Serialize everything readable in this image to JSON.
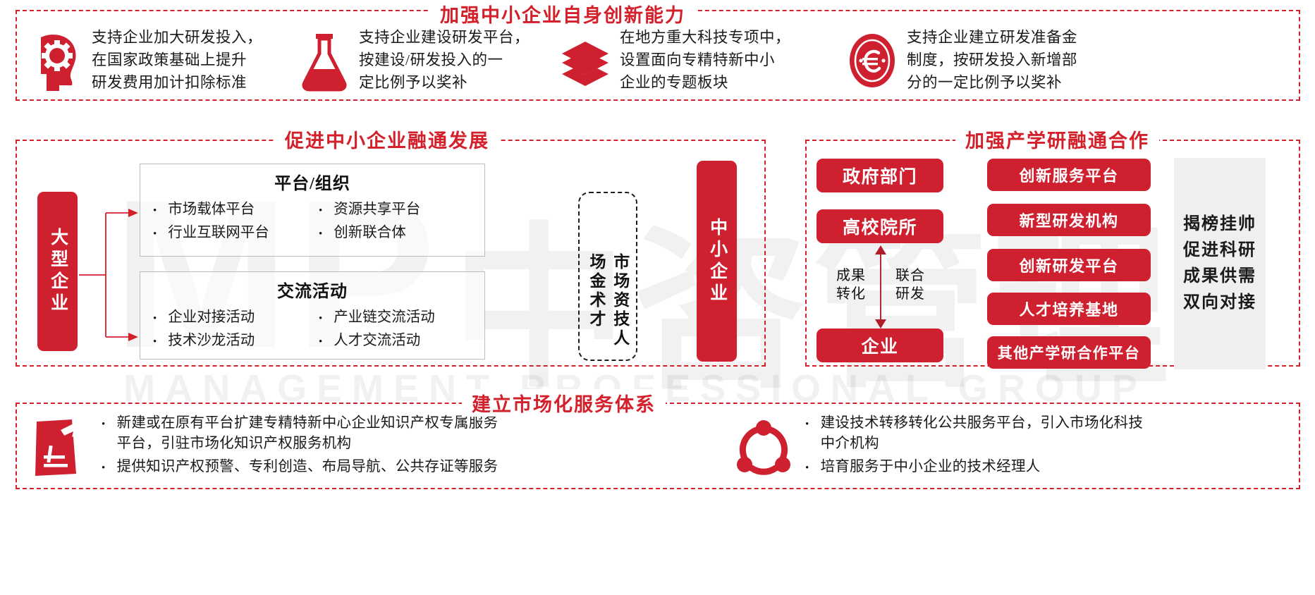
{
  "colors": {
    "brand_red": "#cf2030",
    "title_red": "#d3202b",
    "box_grey_border": "#bdbdbd",
    "grey_block": "#efefef",
    "text_dark": "#1a1a1a"
  },
  "watermark": {
    "letters": "MP",
    "chinese": "中咨管理",
    "subtitle": "MANAGEMENT PROFESSIONAL GROUP"
  },
  "sections": {
    "top": {
      "title": "加强中小企业自身创新能力",
      "items": [
        {
          "icon": "head-gear-icon",
          "text": "支持企业加大研发投入，\n在国家政策基础上提升\n研发费用加计扣除标准"
        },
        {
          "icon": "flask-icon",
          "text": "支持企业建设研发平台，\n按建设/研发投入的一\n定比例予以奖补"
        },
        {
          "icon": "layers-icon",
          "text": "在地方重大科技专项中，\n设置面向专精特新中小\n企业的专题板块"
        },
        {
          "icon": "euro-coin-icon",
          "text": "支持企业建立研发准备金\n制度，按研发投入新增部\n分的一定比例予以奖补"
        }
      ]
    },
    "middle_left": {
      "title": "促进中小企业融通发展",
      "left_bar": "大型企业",
      "right_bar": "中小企业",
      "dashed_box": {
        "col_right": "市场资技人",
        "col_left": "场金术才",
        "full": "市场 资金 技术 人才"
      },
      "boxes": [
        {
          "title": "平台/组织",
          "col1": [
            "市场载体平台",
            "行业互联网平台"
          ],
          "col2": [
            "资源共享平台",
            "创新联合体"
          ]
        },
        {
          "title": "交流活动",
          "col1": [
            "企业对接活动",
            "技术沙龙活动"
          ],
          "col2": [
            "产业链交流活动",
            "人才交流活动"
          ]
        }
      ]
    },
    "middle_right": {
      "title": "加强产学研融通合作",
      "left_pills": [
        "政府部门",
        "高校院所",
        "企业"
      ],
      "arrow_labels": {
        "left": "成果\n转化",
        "right": "联合\n研发"
      },
      "right_pills": [
        "创新服务平台",
        "新型研发机构",
        "创新研发平台",
        "人才培养基地",
        "其他产学研合作平台"
      ],
      "grey_block": "揭榜挂帅\n促进科研\n成果供需\n双向对接"
    },
    "bottom": {
      "title": "建立市场化服务体系",
      "items": [
        {
          "icon": "document-pen-icon",
          "bullets": [
            "新建或在原有平台扩建专精特新中心企业知识产权专属服务\n平台，引驻市场化知识产权服务机构",
            "提供知识产权预警、专利创造、布局导航、公共存证等服务"
          ]
        },
        {
          "icon": "network-nodes-icon",
          "bullets": [
            "建设技术转移转化公共服务平台，引入市场化科技\n中介机构",
            "培育服务于中小企业的技术经理人"
          ]
        }
      ]
    }
  }
}
